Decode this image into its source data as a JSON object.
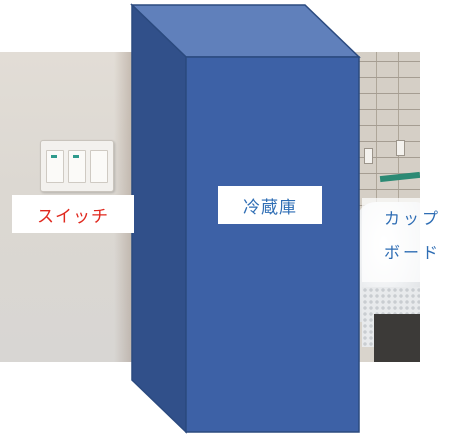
{
  "labels": {
    "switch": "スイッチ",
    "refrigerator": "冷蔵庫",
    "cupboard_line1": "カップ",
    "cupboard_line2": "ボード"
  },
  "colors": {
    "box_front": "#3d61a6",
    "box_top": "#6080bb",
    "box_side": "#31508a",
    "box_edge": "#2b4a7f",
    "switch_label": "#e0281e",
    "fridge_label": "#2e6db4",
    "cupboard_label": "#2e6db4"
  },
  "icons": {
    "switch_photo": "light-switch-photo",
    "cupboard_photo": "cupboard-photo",
    "refrigerator_shape": "3d-box-shape"
  }
}
